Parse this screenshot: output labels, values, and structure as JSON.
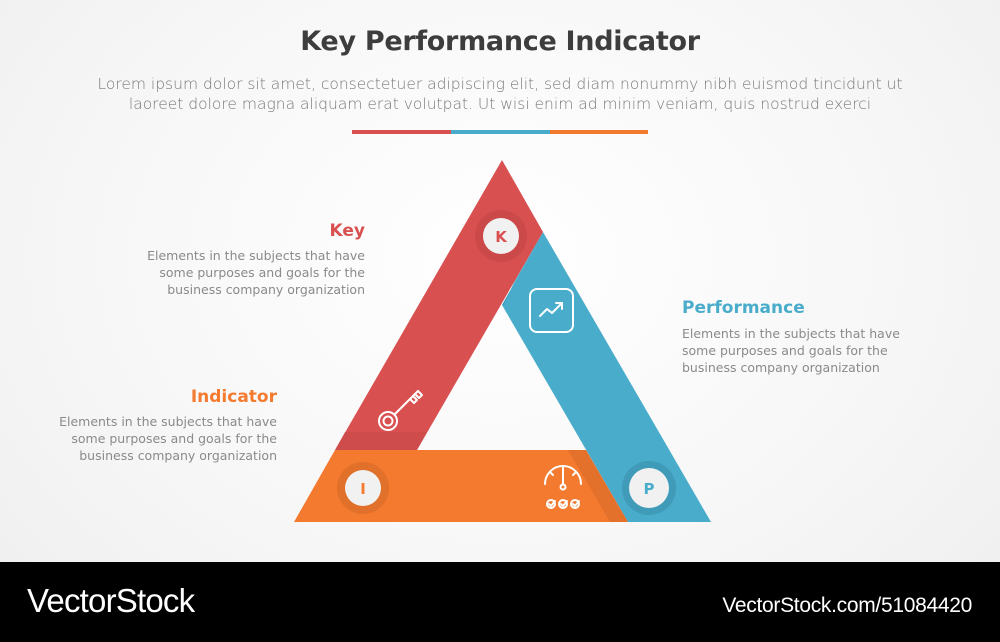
{
  "header": {
    "title": "Key Performance Indicator",
    "subtitle_line1": "Lorem ipsum dolor sit amet, consectetuer adipiscing elit, sed diam nonummy nibh euismod tincidunt ut",
    "subtitle_line2": "laoreet dolore magna aliquam erat volutpat. Ut wisi enim ad minim veniam, quis nostrud exerci",
    "divider_colors": [
      "#d95050",
      "#4aaccb",
      "#f07a2e"
    ]
  },
  "colors": {
    "key": "#d95050",
    "performance": "#4aaccb",
    "indicator": "#f37a2e",
    "circle_fill": "#f1f1f1"
  },
  "segments": [
    {
      "id": "key",
      "title": "Key",
      "letter": "K",
      "icon": "key-icon",
      "description": [
        "Elements in the subjects that have",
        "some purposes and goals for the",
        "business company organization"
      ]
    },
    {
      "id": "performance",
      "title": "Performance",
      "letter": "P",
      "icon": "trend-up-icon",
      "description": [
        "Elements in the subjects that have",
        "some purposes and goals for the",
        "business company organization"
      ]
    },
    {
      "id": "indicator",
      "title": "Indicator",
      "letter": "I",
      "icon": "gauge-checklist-icon",
      "description": [
        "Elements in the subjects that have",
        "some purposes and goals for the",
        "business company organization"
      ]
    }
  ],
  "footer": {
    "brand": "VectorStock",
    "url": "VectorStock.com/51084420"
  }
}
